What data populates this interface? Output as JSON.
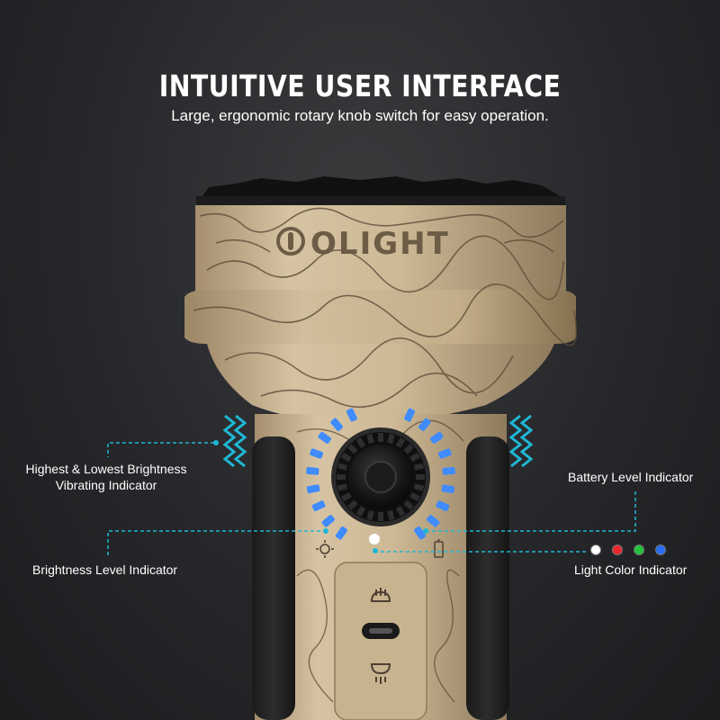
{
  "header": {
    "title": "INTUITIVE USER INTERFACE",
    "subtitle": "Large, ergonomic rotary knob switch for easy operation."
  },
  "product": {
    "brand_logo": "OLIGHT"
  },
  "callouts": {
    "vibrating": [
      "Highest & Lowest Brightness",
      "Vibrating Indicator"
    ],
    "brightness": "Brightness Level Indicator",
    "battery": "Battery Level Indicator",
    "light_color": "Light Color Indicator"
  },
  "light_colors": [
    {
      "name": "white",
      "color": "#ffffff"
    },
    {
      "name": "red",
      "color": "#e8262f"
    },
    {
      "name": "green",
      "color": "#21c33a"
    },
    {
      "name": "blue",
      "color": "#2a6cf0"
    }
  ],
  "colors": {
    "accent": "#1fb7d6",
    "body": "#cbb694",
    "led": "#3f8bff"
  },
  "icons": [
    "sun-icon",
    "battery-icon",
    "lantern-icon",
    "flashlight-icon",
    "usb-c-port-icon",
    "vibration-icon"
  ]
}
